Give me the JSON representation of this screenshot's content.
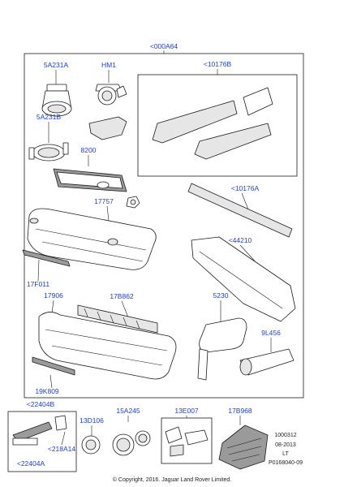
{
  "callouts": {
    "main": "<000A64",
    "c5a231a": "5A231A",
    "hm1": "HM1",
    "c10176b": "<10176B",
    "c5a231b": "5A231B",
    "c8200": "8200",
    "c17757": "17757",
    "c10176a": "<10176A",
    "c44210": "<44210",
    "c17f011": "17F011",
    "c17906": "17906",
    "c17b862": "17B862",
    "c5230": "5230",
    "c9l456": "9L456",
    "c19k809": "19K809",
    "c22404b": "<22404B",
    "c218a14": "<218A14",
    "c22404a": "<22404A",
    "c13d106": "13D106",
    "c15a245": "15A245",
    "c13e007": "13E007",
    "c17b968": "17B968"
  },
  "meta": {
    "line1": "1000312",
    "line2": "08-2013",
    "line3": "LT",
    "line4": "P0168040-09"
  },
  "copyright": "© Copyright, 2016. Jaguar Land Rover Limited."
}
